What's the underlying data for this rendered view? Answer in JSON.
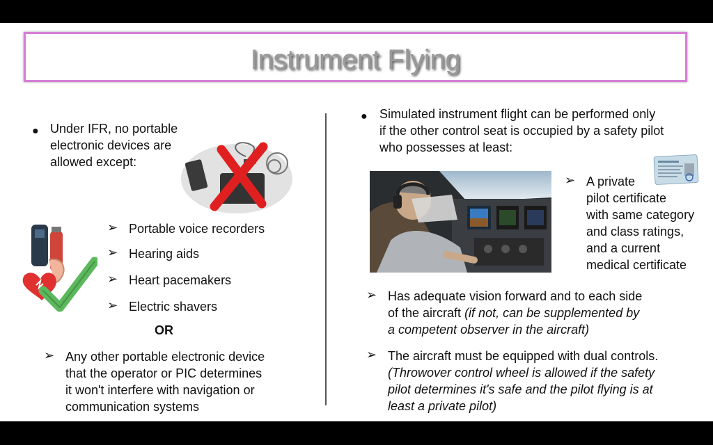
{
  "title": "Instrument Flying",
  "left": {
    "intro": [
      "Under IFR, no portable",
      "electronic devices are",
      "allowed except:"
    ],
    "items": [
      "Portable voice recorders",
      "Hearing aids",
      "Heart pacemakers",
      "Electric shavers"
    ],
    "or_label": "OR",
    "other": [
      "Any other portable electronic device",
      "that the operator or PIC determines",
      "it won't interfere with navigation or",
      "communication systems"
    ]
  },
  "right": {
    "intro": [
      "Simulated  instrument flight can be performed only",
      "if the other control seat is occupied by a safety pilot",
      "who possesses at least:"
    ],
    "cert": [
      "A private",
      "pilot certificate",
      "with same category",
      "and class ratings,",
      "and a current",
      "medical certificate"
    ],
    "vision": [
      "Has adequate vision forward and to each side",
      "of the aircraft ",
      "(if not, can be supplemented by",
      "a competent observer in the  aircraft)"
    ],
    "controls": [
      "The aircraft must be equipped with dual controls.",
      "(Throwover control wheel is allowed if the safety",
      "pilot determines it's safe and the pilot flying is at",
      "least a private pilot)"
    ]
  },
  "icons": {
    "bullet": "●",
    "arrow": "➢"
  },
  "colors": {
    "title_border": "#d77fd7",
    "cross": "#e02020",
    "check": "#5cb85c"
  }
}
